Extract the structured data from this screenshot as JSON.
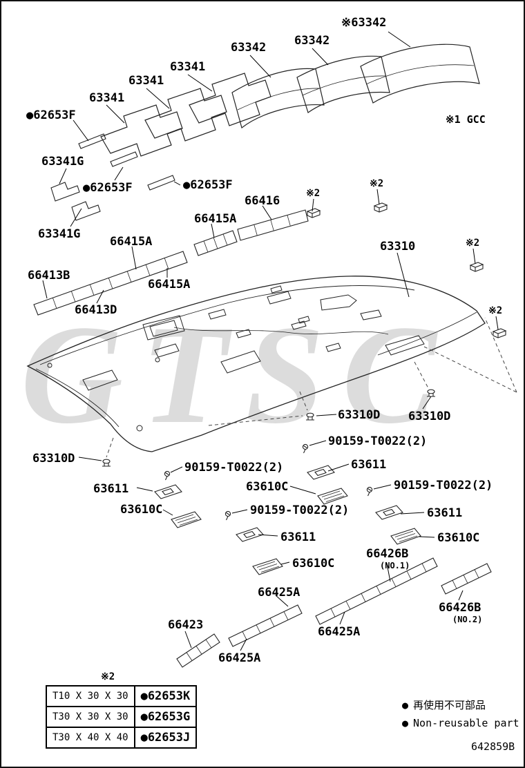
{
  "watermark": "GTSC",
  "labels": [
    {
      "id": "63342-ref",
      "text": "※63342"
    },
    {
      "id": "63342-b",
      "text": "63342"
    },
    {
      "id": "63342-a",
      "text": "63342"
    },
    {
      "id": "63341-c",
      "text": "63341"
    },
    {
      "id": "63341-b",
      "text": "63341"
    },
    {
      "id": "63341-a",
      "text": "63341"
    },
    {
      "id": "62653F-a",
      "text": "●62653F"
    },
    {
      "id": "63341G-a",
      "text": "63341G"
    },
    {
      "id": "62653F-b",
      "text": "●62653F"
    },
    {
      "id": "62653F-c",
      "text": "●62653F"
    },
    {
      "id": "63341G-b",
      "text": "63341G"
    },
    {
      "id": "66416",
      "text": "66416"
    },
    {
      "id": "66415A-a",
      "text": "66415A"
    },
    {
      "id": "66415A-b",
      "text": "66415A"
    },
    {
      "id": "66415A-c",
      "text": "66415A"
    },
    {
      "id": "66413B",
      "text": "66413B"
    },
    {
      "id": "66413D",
      "text": "66413D"
    },
    {
      "id": "63310",
      "text": "63310"
    },
    {
      "id": "ref2-a",
      "text": "※2"
    },
    {
      "id": "ref2-b",
      "text": "※2"
    },
    {
      "id": "ref2-c",
      "text": "※2"
    },
    {
      "id": "ref2-d",
      "text": "※2"
    },
    {
      "id": "gcc-note",
      "text": "※1 GCC"
    },
    {
      "id": "63310D-a",
      "text": "63310D"
    },
    {
      "id": "63310D-b",
      "text": "63310D"
    },
    {
      "id": "63310D-c",
      "text": "63310D"
    },
    {
      "id": "90159-a",
      "text": "90159-T0022(2)"
    },
    {
      "id": "63611-a",
      "text": "63611"
    },
    {
      "id": "90159-b",
      "text": "90159-T0022(2)"
    },
    {
      "id": "63611-b",
      "text": "63611"
    },
    {
      "id": "63610C-a",
      "text": "63610C"
    },
    {
      "id": "90159-c",
      "text": "90159-T0022(2)"
    },
    {
      "id": "63610C-b",
      "text": "63610C"
    },
    {
      "id": "90159-d",
      "text": "90159-T0022(2)"
    },
    {
      "id": "63611-c",
      "text": "63611"
    },
    {
      "id": "63611-d",
      "text": "63611"
    },
    {
      "id": "63610C-c",
      "text": "63610C"
    },
    {
      "id": "66426B-1",
      "text": "66426B",
      "sub": "(NO.1)"
    },
    {
      "id": "63610C-d",
      "text": "63610C"
    },
    {
      "id": "66425A-a",
      "text": "66425A"
    },
    {
      "id": "66426B-2",
      "text": "66426B",
      "sub": "(NO.2)"
    },
    {
      "id": "66425A-b",
      "text": "66425A"
    },
    {
      "id": "66423",
      "text": "66423"
    },
    {
      "id": "66425A-c",
      "text": "66425A"
    },
    {
      "id": "ref2-table",
      "text": "※2"
    }
  ],
  "table": {
    "rows": [
      {
        "size": "T10 X 30 X 30",
        "part": "●62653K"
      },
      {
        "size": "T30 X 30 X 30",
        "part": "●62653G"
      },
      {
        "size": "T30 X 40 X 40",
        "part": "●62653J"
      }
    ]
  },
  "legend": {
    "items": [
      {
        "bullet": "●",
        "text": "再使用不可部品"
      },
      {
        "bullet": "●",
        "text": "Non-reusable part"
      }
    ]
  },
  "footer": {
    "code": "642859B"
  }
}
